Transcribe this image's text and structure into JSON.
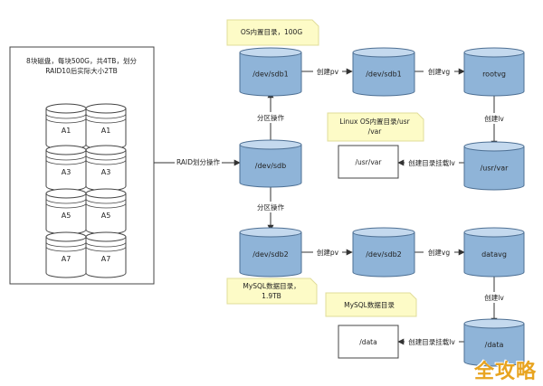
{
  "raid_box": {
    "line1": "8块磁盘，每块500G，共4TB，划分",
    "line2": "RAID10后实际大小2TB",
    "disks": [
      "A1",
      "A1",
      "A3",
      "A3",
      "A5",
      "A5",
      "A7",
      "A7"
    ]
  },
  "edges": {
    "raid_partition": "RAID划分操作",
    "partition_top": "分区操作",
    "partition_bottom": "分区操作",
    "create_pv_top": "创建pv",
    "create_vg_top": "创建vg",
    "create_lv_top": "创建lv",
    "mount_top": "创建目录挂载lv",
    "create_pv_bottom": "创建pv",
    "create_vg_bottom": "创建vg",
    "create_lv_bottom": "创建lv",
    "mount_bottom": "创建目录挂载lv"
  },
  "nodes": {
    "sdb": "/dev/sdb",
    "sdb1": "/dev/sdb1",
    "sdb1_pv": "/dev/sdb1",
    "rootvg": "rootvg",
    "usr_var_lv": "/usr/var",
    "sdb2": "/dev/sdb2",
    "sdb2_pv": "/dev/sdb2",
    "datavg": "datavg",
    "data_lv": "/data"
  },
  "dirs": {
    "usr_var": "/usr/var",
    "data": "/data"
  },
  "notes": {
    "os_size": "OS内置目录，100G",
    "linux_dir_line1": "Linux OS内置目录/usr",
    "linux_dir_line2": "/var",
    "mysql_size_line1": "MySQL数据目录，",
    "mysql_size_line2": "1.9TB",
    "mysql_dir": "MySQL数据目录"
  },
  "watermark": "全攻略",
  "colors": {
    "cylinder_fill": "#8fb4d8",
    "cylinder_top": "#c4d9ee",
    "cylinder_stroke": "#4d6f93",
    "note_fill": "#fdfbc7",
    "note_stroke": "#e0dc9a",
    "line": "#333333"
  }
}
